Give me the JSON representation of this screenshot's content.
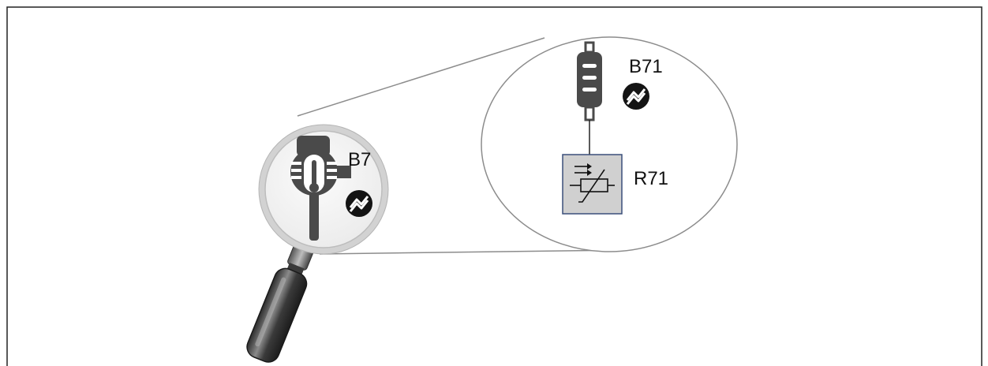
{
  "diagram": {
    "magnifier": {
      "sensor_label": "B7"
    },
    "zoom": {
      "sensor_label": "B71",
      "resistor_label": "R71"
    },
    "icons": {
      "sensor": "temperature-sensor-icon",
      "component": "sensor-component-icon",
      "status": "signal-badge-icon",
      "resistor": "thermistor-icon",
      "magnifier": "magnifying-glass-icon"
    },
    "colors": {
      "frame": "#222222",
      "icon_dark": "#4a4a4a",
      "circle_outline": "#8c8c8c",
      "magnifier_ring": "#d2d2d2",
      "resistor_fill": "#d0d0d0",
      "resistor_border": "#3a4f7a"
    }
  }
}
